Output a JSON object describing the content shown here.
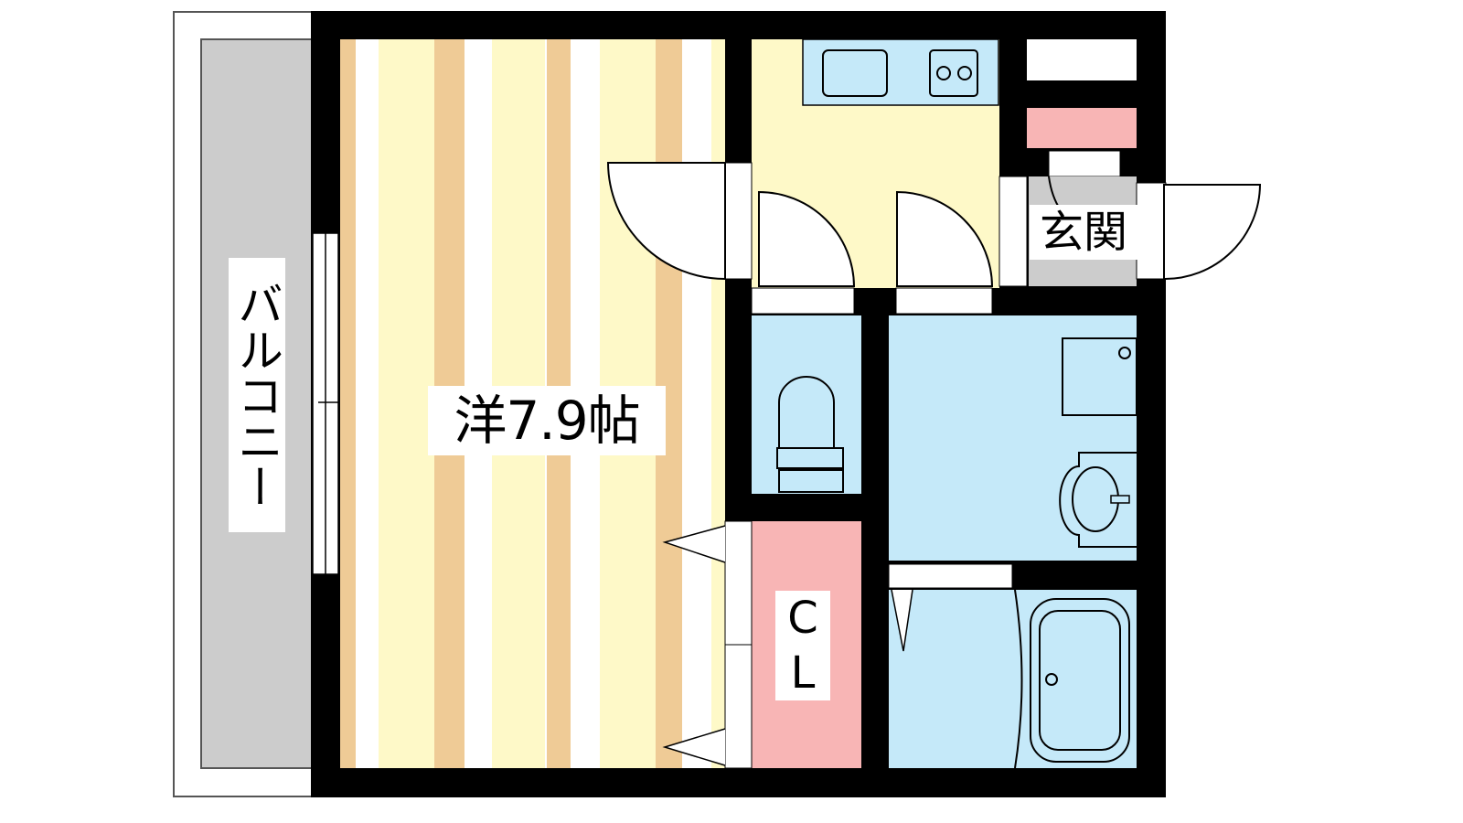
{
  "labels": {
    "room": "洋7.9帖",
    "balcony": "バルコニー",
    "closet_line1": "C",
    "closet_line2": "L",
    "entrance": "玄関"
  },
  "colors": {
    "wall": "#000000",
    "floor_yellow": "#fef9c8",
    "floor_tan": "#efcb96",
    "wet_blue": "#c5e9f9",
    "closet_pink": "#f8b5b5",
    "balcony_gray": "#cccccc"
  }
}
